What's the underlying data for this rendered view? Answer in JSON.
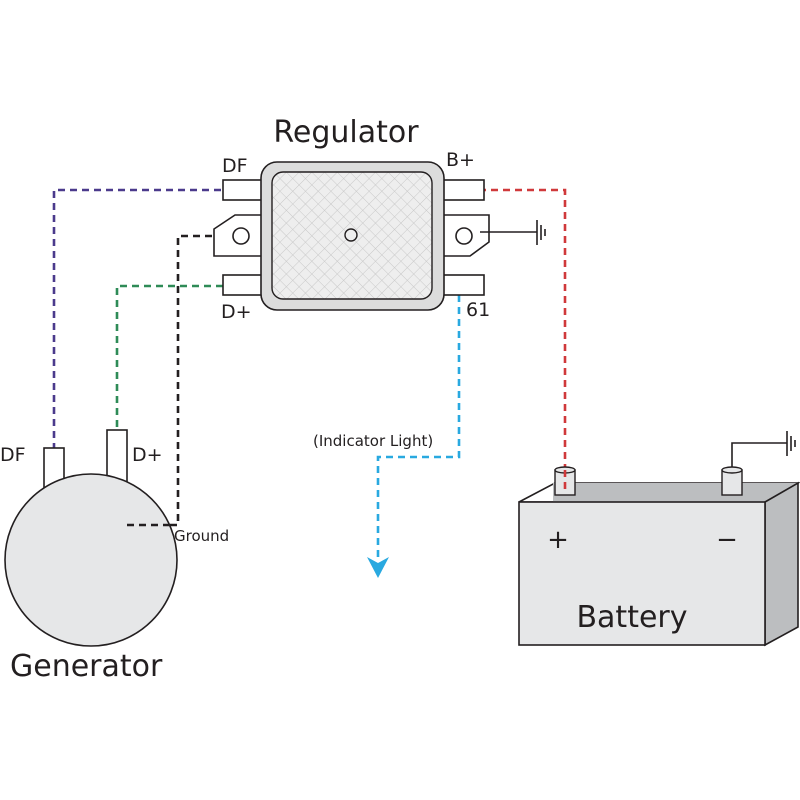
{
  "title": "Regulator",
  "components": {
    "regulator": {
      "name": "Regulator",
      "terminals": {
        "df": "DF",
        "b_plus": "B+",
        "d_plus": "D+",
        "t61": "61"
      }
    },
    "generator": {
      "name": "Generator",
      "terminals": {
        "df": "DF",
        "d_plus": "D+"
      },
      "ground_label": "Ground"
    },
    "battery": {
      "name": "Battery",
      "positive_symbol": "+",
      "negative_symbol": "−"
    },
    "indicator": {
      "label": "(Indicator Light)"
    }
  },
  "wires": [
    {
      "name": "df-wire",
      "from": "Regulator DF",
      "to": "Generator DF",
      "color": "#4b3a8c"
    },
    {
      "name": "d-plus-wire",
      "from": "Regulator D+",
      "to": "Generator D+",
      "color": "#2e8b57"
    },
    {
      "name": "ground-wire",
      "from": "Regulator mount",
      "to": "Generator Ground",
      "color": "#231f20"
    },
    {
      "name": "b-plus-wire",
      "from": "Regulator B+",
      "to": "Battery +",
      "color": "#d0393b"
    },
    {
      "name": "indicator-wire",
      "from": "Regulator 61",
      "to": "Indicator Light",
      "color": "#29a9e0"
    }
  ],
  "icons": [
    "ground-symbol-icon",
    "arrow-down-icon"
  ]
}
